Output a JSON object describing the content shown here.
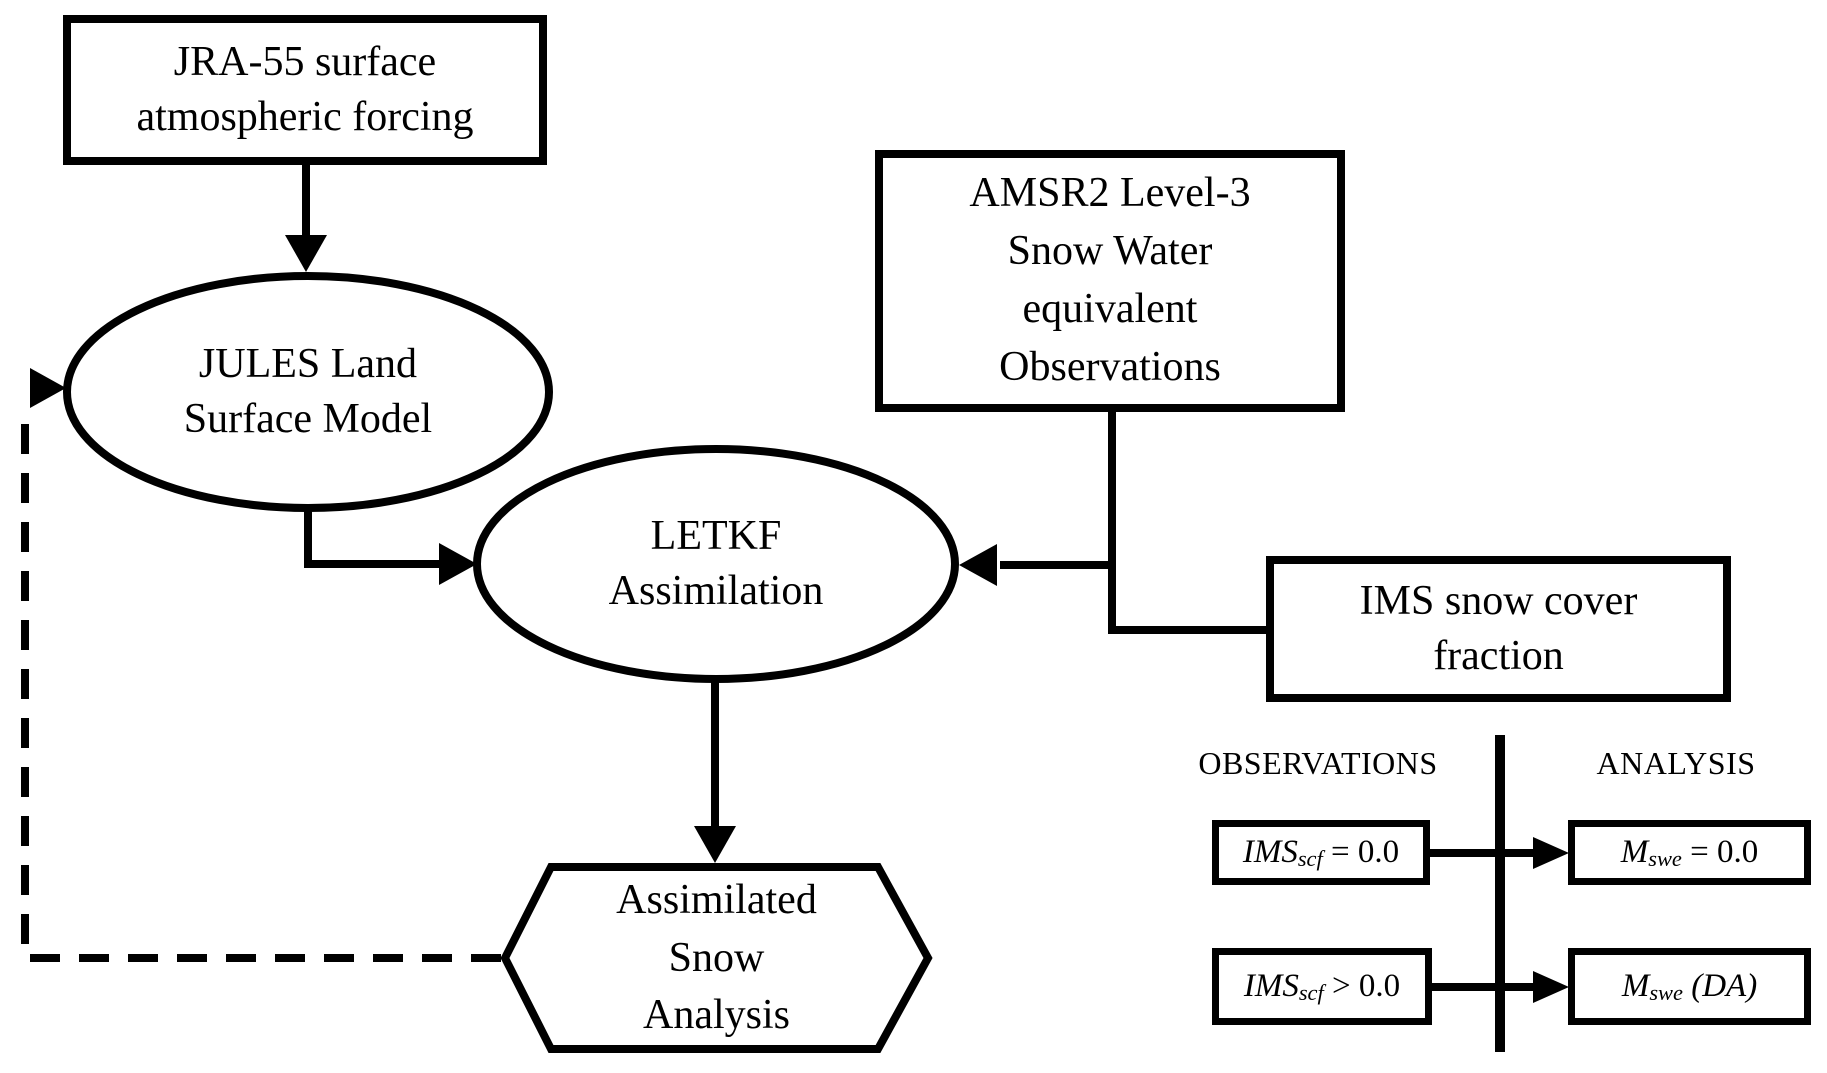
{
  "nodes": {
    "jra55": "JRA-55 surface\natmospheric forcing",
    "jules": "JULES Land\nSurface Model",
    "amsr2": "AMSR2 Level-3\nSnow Water\nequivalent\nObservations",
    "letkf": "LETKF\nAssimilation",
    "ims": "IMS snow cover\nfraction",
    "output": "Assimilated\nSnow\nAnalysis"
  },
  "legend": {
    "observations_header": "OBSERVATIONS",
    "analysis_header": "ANALYSIS",
    "rows": [
      {
        "obs": {
          "base": "IMS",
          "sub": "scf",
          "rest": " = 0.0",
          "extra": ""
        },
        "ana": {
          "base": "M",
          "sub": "swe",
          "rest": " = 0.0",
          "extra": ""
        }
      },
      {
        "obs": {
          "base": "IMS",
          "sub": "scf",
          "rest": " > 0.0",
          "extra": ""
        },
        "ana": {
          "base": "M",
          "sub": "swe",
          "rest": "",
          "extra": " (DA)"
        }
      }
    ]
  },
  "colors": {
    "ink": "#000000",
    "background": "#ffffff"
  }
}
